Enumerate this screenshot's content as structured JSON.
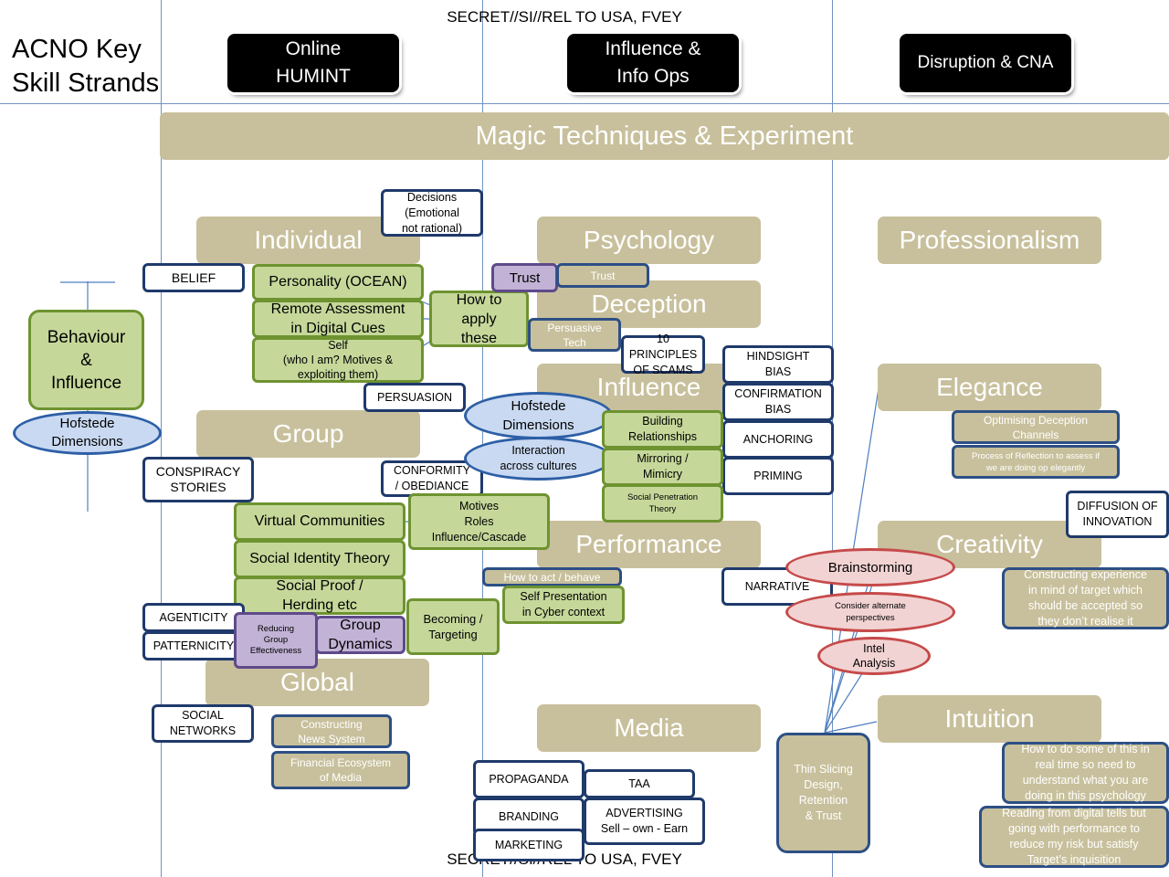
{
  "classification_top": "SECRET//SI//REL TO USA, FVEY",
  "classification_bottom": "SECRET//SI//REL TO USA, FVEY",
  "title": "ACNO Key\nSkill Strands",
  "strands": {
    "online_humint": "Online\nHUMINT",
    "influence_info_ops": "Influence &\nInfo Ops",
    "disruption_cna": "Disruption & CNA"
  },
  "banner": "Magic Techniques & Experiment",
  "headers": {
    "individual": "Individual",
    "group": "Group",
    "global": "Global",
    "psychology": "Psychology",
    "deception": "Deception",
    "influence": "Influence",
    "performance": "Performance",
    "media": "Media",
    "professionalism": "Professionalism",
    "elegance": "Elegance",
    "creativity": "Creativity",
    "intuition": "Intuition"
  },
  "left": {
    "behaviour": "Behaviour\n&\nInfluence",
    "hofstede": "Hofstede\nDimensions"
  },
  "individual": {
    "decisions": "Decisions\n(Emotional\nnot rational)",
    "belief": "BELIEF",
    "personality": "Personality (OCEAN)",
    "remote": "Remote Assessment\nin Digital Cues",
    "self": "Self\n(who I am? Motives &\nexploiting them)",
    "how_to": "How to\napply\nthese",
    "persuasion": "PERSUASION"
  },
  "group": {
    "conspiracy": "CONSPIRACY\nSTORIES",
    "conformity": "CONFORMITY\n/ OBEDIANCE",
    "virtual": "Virtual Communities",
    "motives": "Motives\nRoles\nInfluence/Cascade",
    "social_identity": "Social Identity Theory",
    "social_proof": "Social Proof /\nHerding etc",
    "agenticity": "AGENTICITY",
    "patternicity": "PATTERNICITY",
    "reducing": "Reducing\nGroup\nEffectiveness",
    "group_dynamics": "Group\nDynamics",
    "becoming": "Becoming /\nTargeting"
  },
  "global": {
    "social_networks": "SOCIAL\nNETWORKS",
    "constructing_news": "Constructing\nNews System",
    "financial": "Financial Ecosystem\nof Media"
  },
  "psychology": {
    "trust_purple": "Trust",
    "trust_tan": "Trust",
    "persuasive_tech": "Persuasive\nTech",
    "ten_principles": "10 PRINCIPLES\nOF SCAMS",
    "hindsight": "HINDSIGHT\nBIAS",
    "confirmation": "CONFIRMATION\nBIAS",
    "anchoring": "ANCHORING",
    "priming": "PRIMING",
    "hofstede_mid": "Hofstede\nDimensions",
    "interaction": "Interaction\nacross cultures",
    "building": "Building\nRelationships",
    "mirroring": "Mirroring /\nMimicry",
    "social_penetration": "Social Penetration\nTheory"
  },
  "performance": {
    "how_to_act": "How to act / behave",
    "self_presentation": "Self Presentation\nin Cyber context",
    "narrative": "NARRATIVE"
  },
  "media": {
    "propaganda": "PROPAGANDA",
    "taa": "TAA",
    "branding": "BRANDING",
    "advertising": "ADVERTISING\nSell – own - Earn",
    "marketing": "MARKETING"
  },
  "right": {
    "optimising": "Optimising Deception\nChannels",
    "process_reflection": "Process of Reflection to assess if\nwe are doing op elegantly",
    "diffusion": "DIFFUSION OF\nINNOVATION",
    "brainstorming": "Brainstorming",
    "consider_alt": "Consider alternate\nperspectives",
    "intel_analysis": "Intel\nAnalysis",
    "constructing_experience": "Constructing experience\nin mind of target which\nshould be accepted so\nthey don’t realise it",
    "thin_slicing": "Thin Slicing\nDesign,\nRetention\n& Trust",
    "real_time": "How to do some of this in\nreal time so need to\nunderstand what you are\ndoing in this psychology",
    "digital_tells": "Reading from digital tells but\ngoing with performance to\nreduce my risk but satisfy\nTarget’s inquisition"
  },
  "colors": {
    "grid_line": "#6f93c2",
    "tan": "#c8c09c",
    "green_fill": "#c5d89a",
    "green_border": "#6e9330",
    "navy_border": "#1f3a6b",
    "purple_fill": "#c2b3d6",
    "blue_oval": "#c9d9f1",
    "pink_oval": "#f2d3d3"
  }
}
